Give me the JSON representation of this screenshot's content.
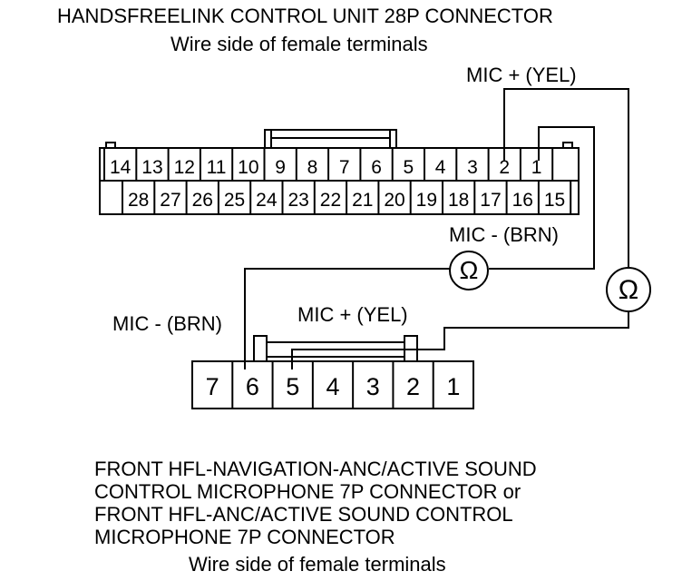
{
  "top_connector": {
    "title": "HANDSFREELINK CONTROL UNIT 28P CONNECTOR",
    "subtitle": "Wire side of female terminals",
    "top_row": [
      "14",
      "13",
      "12",
      "11",
      "10",
      "9",
      "8",
      "7",
      "6",
      "5",
      "4",
      "3",
      "2",
      "1"
    ],
    "bottom_row": [
      "28",
      "27",
      "26",
      "25",
      "24",
      "23",
      "22",
      "21",
      "20",
      "19",
      "18",
      "17",
      "16",
      "15"
    ]
  },
  "bottom_connector": {
    "pins": [
      "7",
      "6",
      "5",
      "4",
      "3",
      "2",
      "1"
    ],
    "title_lines": [
      "FRONT HFL-NAVIGATION-ANC/ACTIVE SOUND",
      "CONTROL MICROPHONE 7P CONNECTOR or",
      "FRONT HFL-ANC/ACTIVE SOUND CONTROL",
      "MICROPHONE 7P CONNECTOR"
    ],
    "subtitle": "Wire side of female terminals"
  },
  "wires": {
    "mic_plus_top": "MIC +  (YEL)",
    "mic_minus_top": "MIC - (BRN)",
    "mic_minus_bottom": "MIC - (BRN)",
    "mic_plus_bottom": "MIC + (YEL)"
  },
  "meter_symbol": "Ω"
}
